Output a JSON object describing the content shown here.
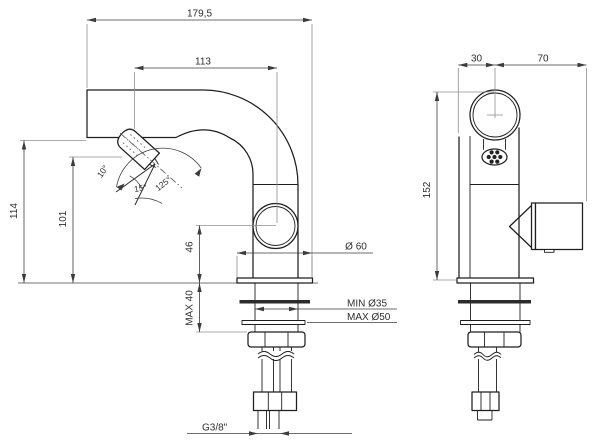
{
  "drawing": {
    "type": "faucet-technical-drawing",
    "line_color": "#1f1f1f",
    "dim_color": "#3c3c3c",
    "background": "#ffffff",
    "side_view": {
      "dim_total_length": "179,5",
      "dim_spray_offset": "113",
      "dim_underside_height": "114",
      "dim_spray_height": "101",
      "dim_handle_height": "46",
      "dim_max_deck": "MAX 40",
      "dim_base_diameter": "Ø 60",
      "dim_hole_min": "MIN Ø35",
      "dim_hole_max": "MAX Ø50",
      "dim_thread": "G3/8\"",
      "angle_tilt": "10°",
      "angle_step": "15°",
      "angle_swing": "125°"
    },
    "front_view": {
      "dim_body_offset": "30",
      "dim_handle_reach": "70",
      "dim_height": "152"
    }
  }
}
